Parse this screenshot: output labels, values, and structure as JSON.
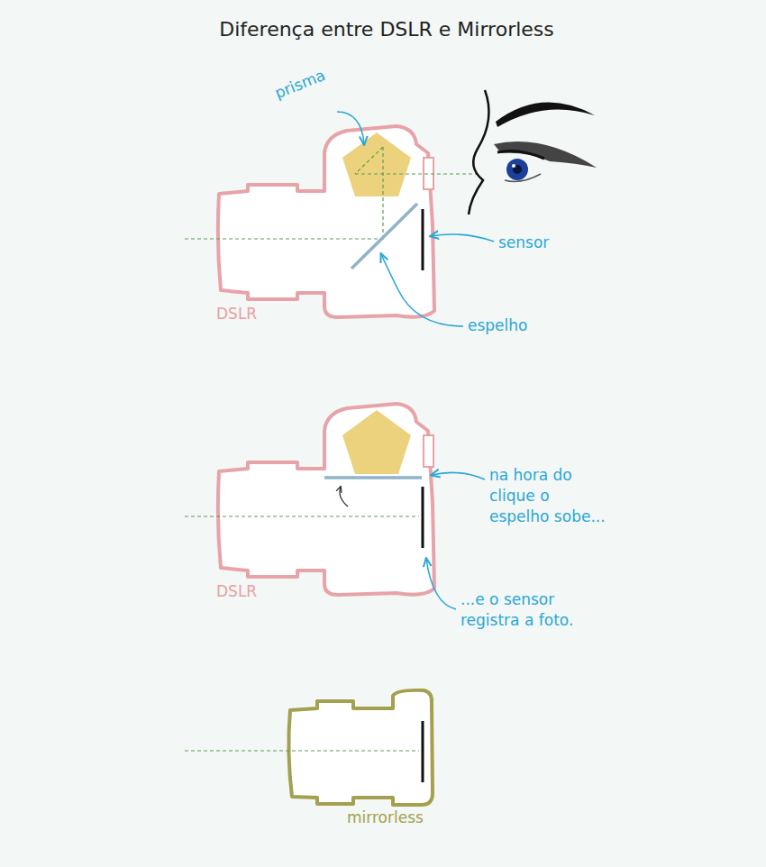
{
  "diagram": {
    "title": "Diferença entre DSLR e Mirrorless",
    "labels": [
      "prisma",
      "sensor",
      "espelho",
      "DSLR",
      "na hora do clique o espelho sobe...",
      "...e o sensor registra a foto.",
      "DSLR",
      "mirrorless"
    ]
  }
}
